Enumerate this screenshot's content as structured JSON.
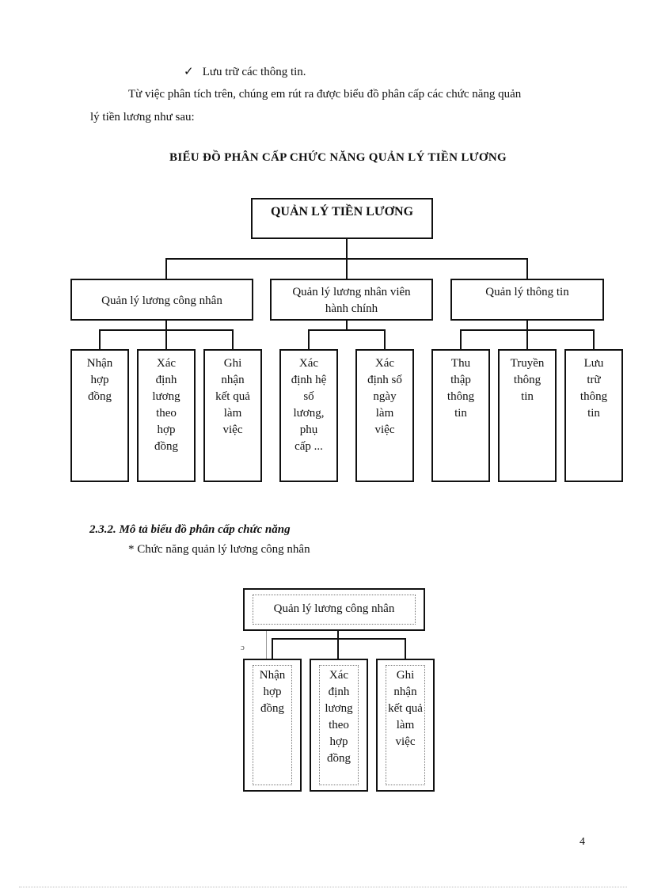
{
  "intro": {
    "bullet_icon": "checkmark-icon",
    "bullet_glyph": "✓",
    "bullet_text": "Lưu trữ các thông tin.",
    "para_line1": "Từ việc phân tích trên, chúng  em rút ra được biểu đồ phân  cấp  các chức năng  quản",
    "para_line2": "lý tiền lương như sau:"
  },
  "diagram_title": "BIỂU ĐỒ PHÂN CẤP CHỨC NĂNG QUẢN LÝ TIỀN LƯƠNG",
  "hierarchy": {
    "root": "QUẢN LÝ TIỀN LƯƠNG",
    "groups": [
      {
        "label": "Quản  lý lương công nhân",
        "children": [
          [
            "Nhận",
            "hợp",
            "đồng"
          ],
          [
            "Xác",
            "định",
            "lương",
            "theo",
            "hợp",
            "đồng"
          ],
          [
            "Ghi",
            "nhận",
            "kết quả",
            "làm",
            "việc"
          ]
        ]
      },
      {
        "label_line1": "Quản lý lương nhân viên",
        "label_line2": "hành  chính",
        "children": [
          [
            "Xác",
            "định hệ",
            "số",
            "lương,",
            "phụ",
            "cấp ..."
          ],
          [
            "Xác",
            "định số",
            "ngày",
            "làm",
            "việc"
          ]
        ]
      },
      {
        "label": "Quản  lý thông tin",
        "children": [
          [
            "Thu",
            "thập",
            "thông",
            "tin"
          ],
          [
            "Truyền",
            "thông",
            "tin"
          ],
          [
            "Lưu",
            "trữ",
            "thông",
            "tin"
          ]
        ]
      }
    ]
  },
  "section": {
    "heading": "2.3.2. Mô tả biểu đồ phân cấp chức năng",
    "subheading": "* Chức năng quản  lý lương công nhân"
  },
  "subdiagram": {
    "root": "Quản lý lương công nhân",
    "children": [
      [
        "Nhận",
        "hợp",
        "đồng"
      ],
      [
        "Xác",
        "định",
        "lương",
        "theo",
        "hợp",
        "đồng"
      ],
      [
        "Ghi",
        "nhận",
        "kết quả",
        "làm",
        "việc"
      ]
    ]
  },
  "page_number": "4"
}
